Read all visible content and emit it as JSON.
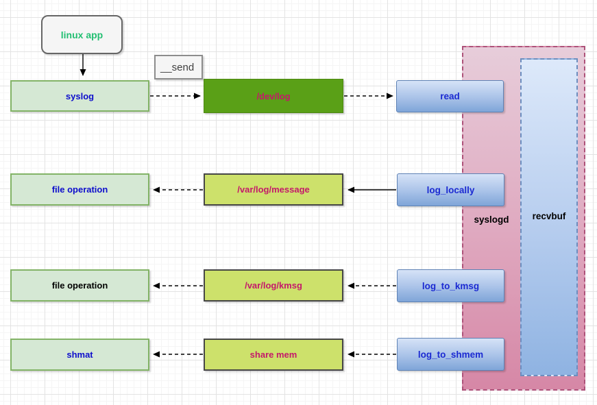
{
  "nodes": {
    "linux_app": {
      "label": "linux app"
    },
    "syslog": {
      "label": "syslog"
    },
    "dev_log": {
      "label": "/dev/log"
    },
    "read": {
      "label": "read"
    },
    "file_operation_top": {
      "label": "file operation"
    },
    "var_log_message": {
      "label": "/var/log/message"
    },
    "log_locally": {
      "label": "log_locally"
    },
    "file_operation_bottom": {
      "label": "file operation"
    },
    "var_log_kmsg": {
      "label": "/var/log/kmsg"
    },
    "log_to_kmsg": {
      "label": "log_to_kmsg"
    },
    "shmat": {
      "label": "shmat"
    },
    "share_mem": {
      "label": "share mem"
    },
    "log_to_shmem": {
      "label": "log_to_shmem"
    }
  },
  "labels": {
    "send_edge": "__send",
    "syslogd": "syslogd",
    "recvbuf": "recvbuf"
  },
  "edges": [
    {
      "from": "linux app",
      "to": "syslog",
      "style": "solid",
      "label": ""
    },
    {
      "from": "syslog",
      "to": "/dev/log",
      "style": "dashed",
      "label": "__send"
    },
    {
      "from": "/dev/log",
      "to": "read",
      "style": "dashed",
      "label": ""
    },
    {
      "from": "/var/log/message",
      "to": "file operation",
      "style": "dashed",
      "label": ""
    },
    {
      "from": "log_locally",
      "to": "/var/log/message",
      "style": "solid",
      "label": ""
    },
    {
      "from": "/var/log/kmsg",
      "to": "file operation",
      "style": "dashed",
      "label": ""
    },
    {
      "from": "log_to_kmsg",
      "to": "/var/log/kmsg",
      "style": "dashed",
      "label": ""
    },
    {
      "from": "share mem",
      "to": "shmat",
      "style": "dashed",
      "label": ""
    },
    {
      "from": "log_to_shmem",
      "to": "share mem",
      "style": "dashed",
      "label": ""
    }
  ],
  "palette": {
    "canvas_bg": "#ffffff",
    "grid_minor": "#f5f5f5",
    "grid_major": "#e3e3e3",
    "light_green_fill": "#d5e8d4",
    "light_green_border": "#82b366",
    "green_box_text_blue": "#0d0dcc",
    "dark_green_fill": "#5aa017",
    "lime_fill": "#cde16b",
    "lime_border": "#464646",
    "pink_text": "#c4186a",
    "blue_box_text": "#1b2ad2",
    "blue_box_border": "#5d81b4",
    "blue_gradient_top": "#d6e3f7",
    "blue_gradient_bottom": "#7fa5d8",
    "pink_container_border": "#ad5279",
    "pink_gradient_top": "#e7cdda",
    "pink_gradient_bottom": "#d687a6",
    "recvbuf_border": "#6c8ebf",
    "recvbuf_gradient_top": "#dde9fa",
    "recvbuf_gradient_bottom": "#8fb3e2",
    "linux_app_text": "#23bf72",
    "arrow_color": "#000000"
  }
}
